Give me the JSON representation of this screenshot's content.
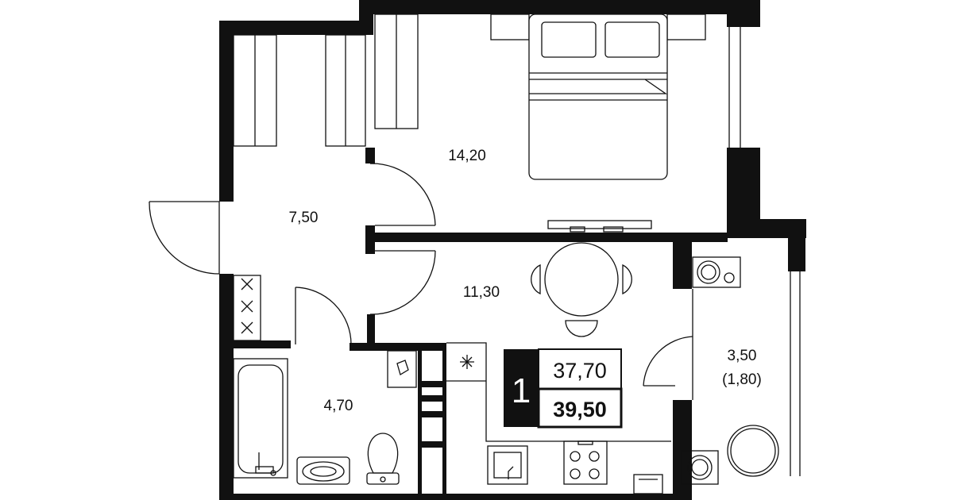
{
  "rooms": {
    "bedroom_area": "14,20",
    "hall_area": "7,50",
    "kitchen_living_area": "11,30",
    "bathroom_area": "4,70",
    "balcony_area": "3,50",
    "balcony_area_reduced": "(1,80)"
  },
  "info_box": {
    "room_count": "1",
    "living_area": "37,70",
    "total_area": "39,50"
  },
  "colors": {
    "wall": "#111111",
    "background": "#ffffff",
    "info_box_dark": "#111111"
  }
}
